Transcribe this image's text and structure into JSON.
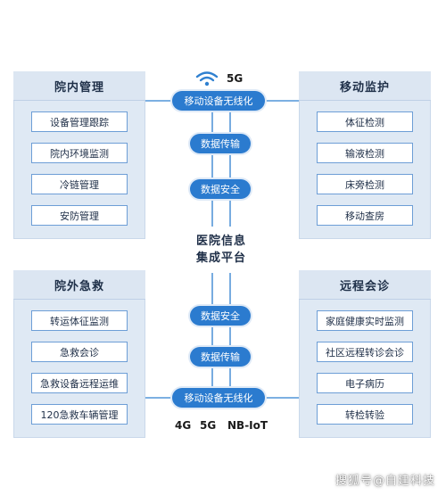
{
  "platform": {
    "line1": "医院信息",
    "line2": "集成平台"
  },
  "top_wireless": {
    "label": "移动设备无线化",
    "wifi_icon": "wifi-icon",
    "tech_label": "5G"
  },
  "bottom_wireless": {
    "label": "移动设备无线化",
    "tech_labels": [
      "4G",
      "5G",
      "NB-IoT"
    ]
  },
  "upper_spine": [
    "数据传输",
    "数据安全"
  ],
  "lower_spine": [
    "数据安全",
    "数据传输"
  ],
  "panels": {
    "top_left": {
      "title": "院内管理",
      "items": [
        "设备管理跟踪",
        "院内环境监测",
        "冷链管理",
        "安防管理"
      ]
    },
    "top_right": {
      "title": "移动监护",
      "items": [
        "体征检测",
        "输液检测",
        "床旁检测",
        "移动查房"
      ]
    },
    "bottom_left": {
      "title": "院外急救",
      "items": [
        "转运体征监测",
        "急救会诊",
        "急救设备远程运维",
        "120急救车辆管理"
      ]
    },
    "bottom_right": {
      "title": "远程会诊",
      "items": [
        "家庭健康实时监测",
        "社区远程转诊会诊",
        "电子病历",
        "转检转验"
      ]
    }
  },
  "watermark": "搜狐号@自建科技",
  "colors": {
    "panel_bg": "#dfe9f4",
    "item_border": "#6d9ed6",
    "pill_bg": "#2b7bcf",
    "wifi_blue": "#2f80d0",
    "line_blue": "#2f80d0"
  }
}
